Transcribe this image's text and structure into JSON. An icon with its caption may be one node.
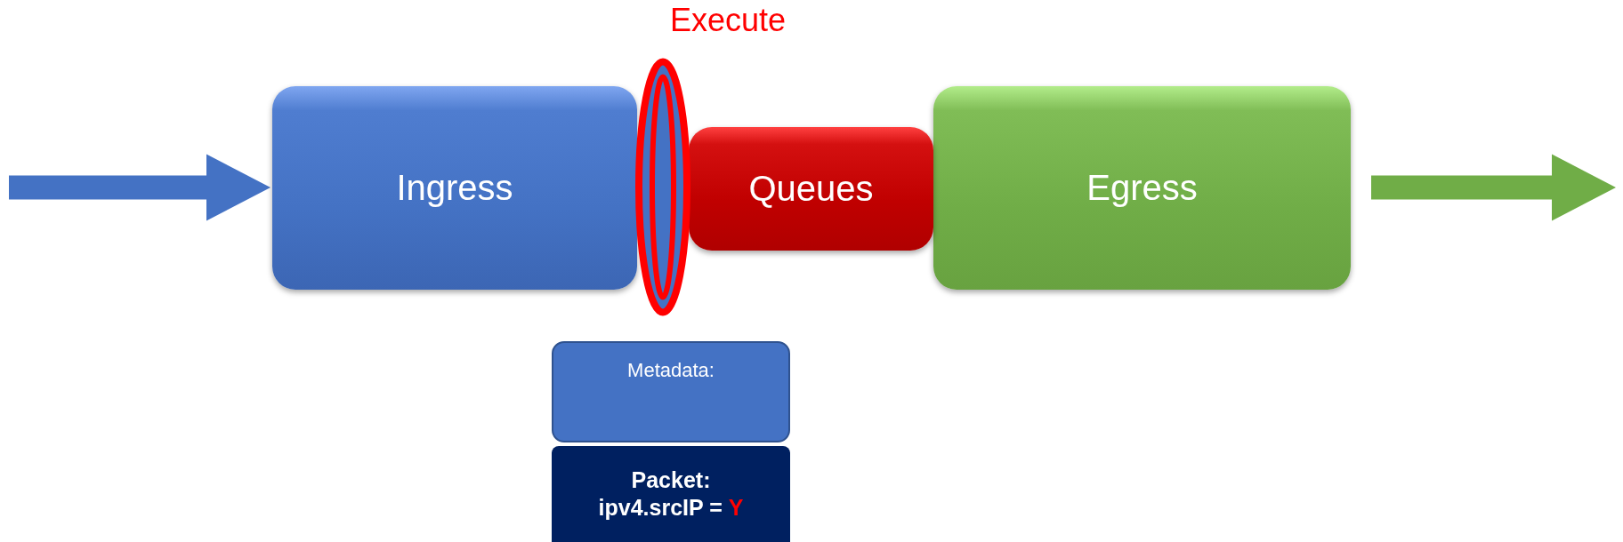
{
  "diagram": {
    "nodes": [
      {
        "text": [
          "Ingress"
        ]
      },
      {
        "text": [
          "Queues"
        ]
      },
      {
        "text": [
          "Egress"
        ]
      },
      {
        "text": [
          "Execute"
        ]
      },
      {
        "text": [
          "Metadata:"
        ]
      },
      {
        "text": [
          "Packet:",
          "ipv4.srcIP =",
          "Y"
        ]
      }
    ],
    "edges": [
      {
        "from": null,
        "to": 0,
        "arrow": "to",
        "style": "thick",
        "color": "#4472c4"
      },
      {
        "from": 2,
        "to": null,
        "arrow": "to",
        "style": "thick",
        "color": "#70ad47"
      }
    ]
  }
}
